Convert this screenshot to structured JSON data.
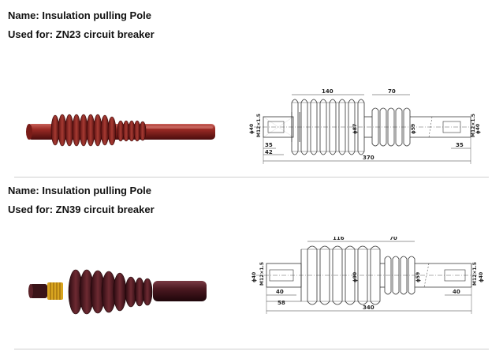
{
  "products": [
    {
      "name_line": "Name: Insulation pulling Pole",
      "used_line": "Used for: ZN23 circuit breaker",
      "dims": {
        "shed_len": "140",
        "small_len": "70",
        "total": "370",
        "left_a": "35",
        "left_b": "42",
        "right_a": "35",
        "dia_main": "ϕ40",
        "dia_shed": "ϕ87",
        "dia_small": "ϕ59",
        "dia_right": "ϕ40",
        "thread_left": "M12×1.5",
        "thread_right": "M12×1.5"
      }
    },
    {
      "name_line": "Name: Insulation pulling Pole",
      "used_line": "Used for: ZN39 circuit breaker",
      "dims": {
        "shed_len": "116",
        "small_len": "70",
        "total": "340",
        "left_a": "40",
        "left_b": "58",
        "right_a": "40",
        "dia_main": "ϕ40",
        "dia_shed": "ϕ90",
        "dia_small": "ϕ59",
        "dia_right": "ϕ40",
        "thread_left": "M12×1.5",
        "thread_right": "M12×1.5"
      }
    }
  ],
  "colors": {
    "pole_dark": "#4a0d0d",
    "pole_mid": "#8b1a1a",
    "pole_light": "#c0504a",
    "pole2_dark": "#2b0a10",
    "pole2_mid": "#5a1a22",
    "brass": "#d9a520",
    "line": "#333333"
  }
}
